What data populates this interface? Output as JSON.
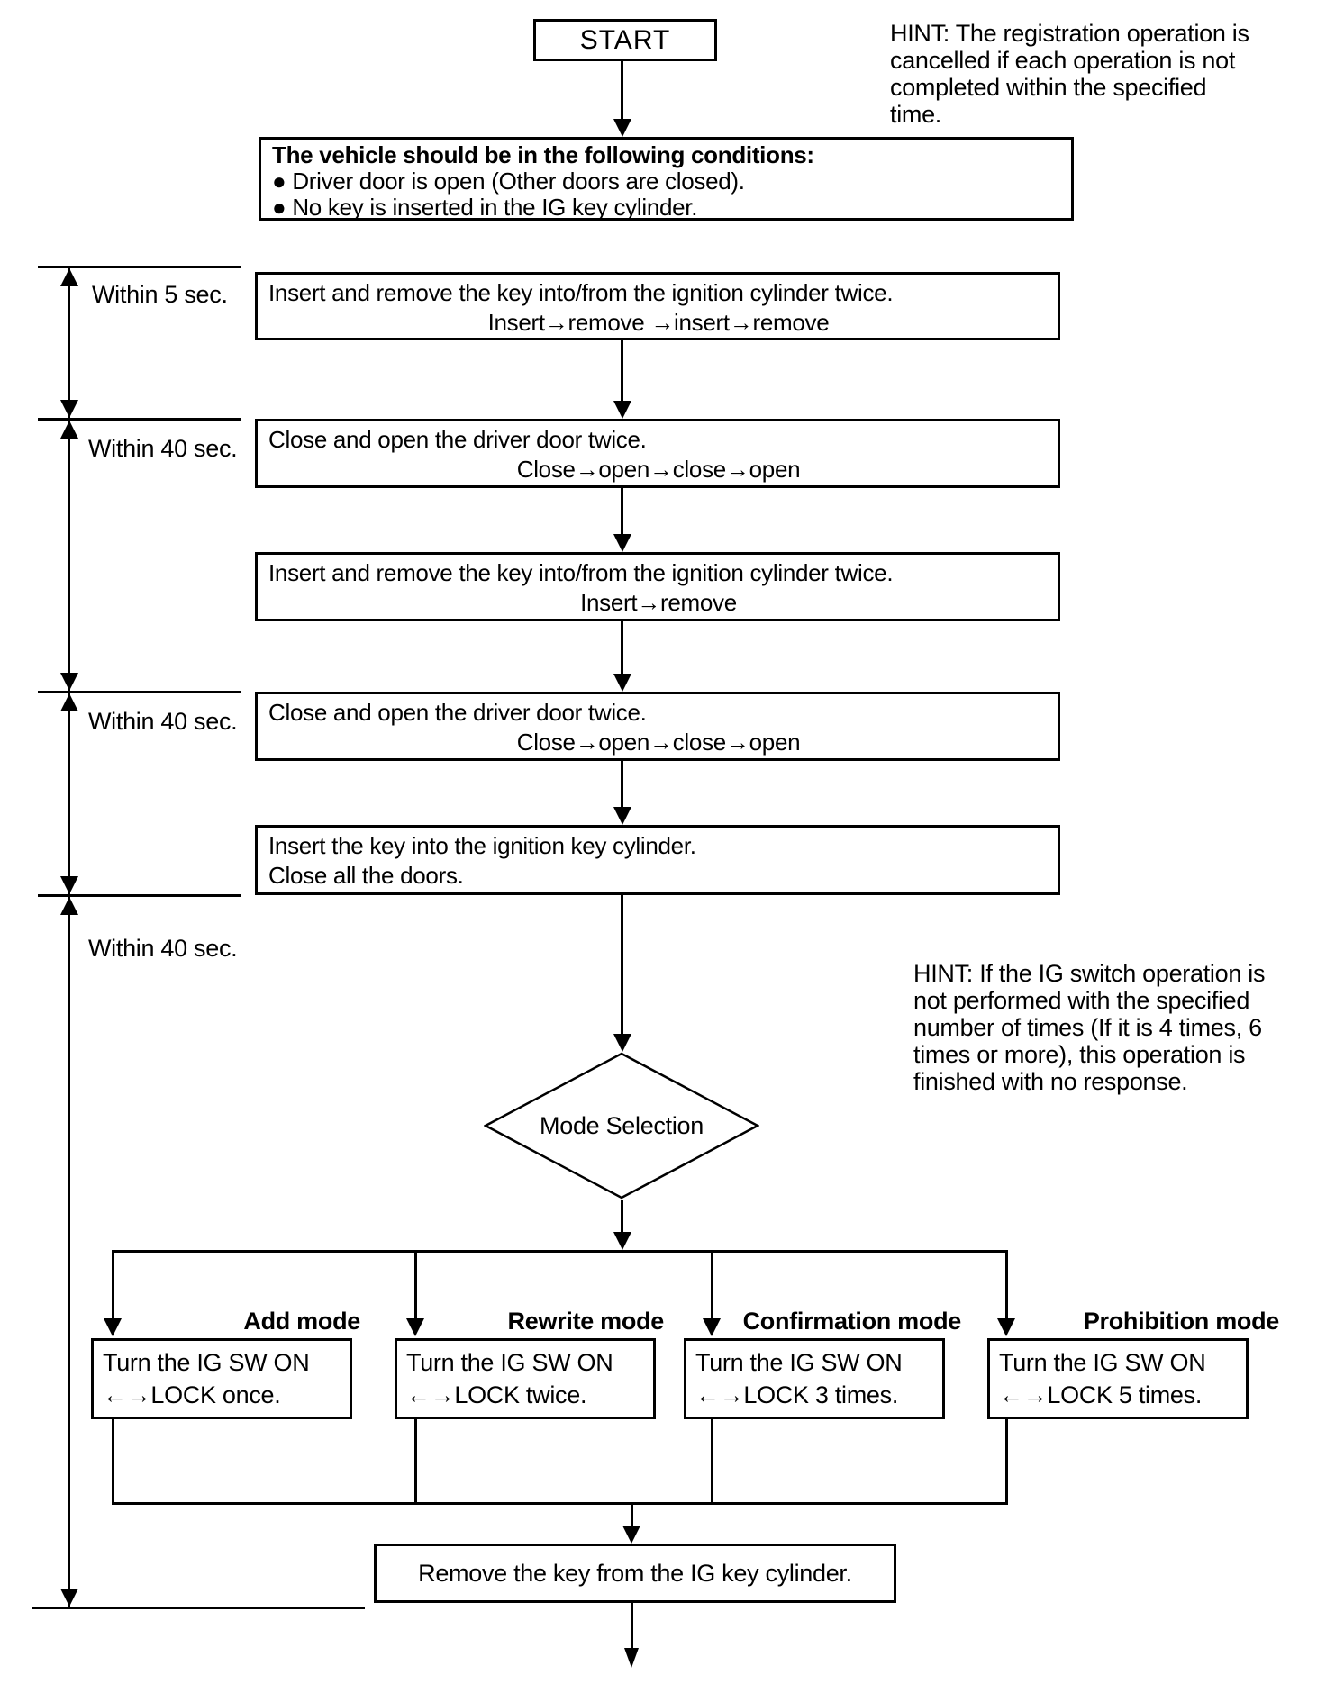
{
  "start": {
    "label": "START"
  },
  "hint_top": {
    "lines": [
      "HINT: The registration operation is",
      "cancelled if each operation is not",
      "completed within the specified",
      "time."
    ]
  },
  "conditions": {
    "title": "The vehicle should be in the following conditions:",
    "bullets": [
      "● Driver door is open (Other doors are closed).",
      "● No key is inserted in the IG key cylinder."
    ]
  },
  "timeline": {
    "labels": [
      "Within 5 sec.",
      "Within 40 sec.",
      "Within 40 sec.",
      "Within 40 sec."
    ]
  },
  "steps": [
    {
      "line1": "Insert and remove the key into/from the ignition cylinder twice.",
      "line2": "Insert→remove →insert→remove"
    },
    {
      "line1": "Close and open the driver door twice.",
      "line2": "Close→open→close→open"
    },
    {
      "line1": "Insert and remove the key into/from the ignition cylinder twice.",
      "line2": "Insert→remove"
    },
    {
      "line1": "Close and open the driver door twice.",
      "line2": "Close→open→close→open"
    },
    {
      "line1": "Insert the key into the ignition key cylinder.",
      "line2": "Close all the doors."
    }
  ],
  "hint_mid": {
    "lines": [
      "HINT: If the IG switch operation is",
      "not performed with the specified",
      "number of times (If it is 4 times, 6",
      "times or more), this operation is",
      "finished with no response."
    ]
  },
  "decision": {
    "label": "Mode Selection"
  },
  "modes": [
    {
      "title": "Add mode",
      "line1": "Turn the IG SW ON",
      "line2": "←→LOCK once."
    },
    {
      "title": "Rewrite mode",
      "line1": "Turn the IG SW ON",
      "line2": "←→LOCK twice."
    },
    {
      "title": "Confirmation mode",
      "line1": "Turn the IG SW ON",
      "line2": "←→LOCK 3 times."
    },
    {
      "title": "Prohibition mode",
      "line1": "Turn the IG SW ON",
      "line2": "←→LOCK 5 times."
    }
  ],
  "final_step": {
    "label": "Remove the key from the IG key cylinder."
  }
}
